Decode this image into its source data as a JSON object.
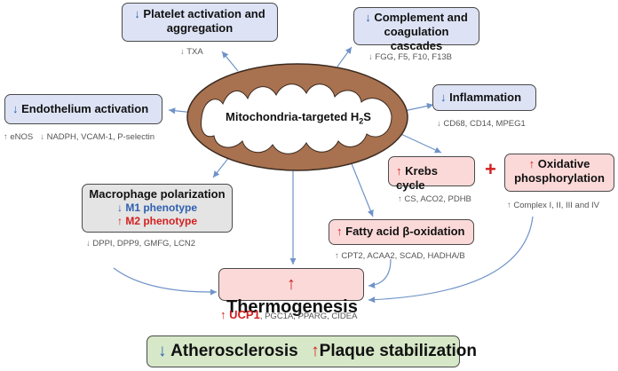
{
  "center": {
    "label": "Mitochondria-targeted H",
    "sub": "2",
    "tail": "S"
  },
  "arrows": {
    "down": "↓",
    "up": "↑"
  },
  "platelet": {
    "title": "Platelet activation and aggregation",
    "markers": "TXA"
  },
  "complement": {
    "title": "Complement and coagulation cascades",
    "markers": "FGG, F5, F10, F13B"
  },
  "endothelium": {
    "title": "Endothelium activation",
    "up_markers": "eNOS",
    "down_markers": "NADPH, VCAM-1, P-selectin"
  },
  "inflammation": {
    "title": "Inflammation",
    "markers": "CD68, CD14, MPEG1"
  },
  "krebs": {
    "title": "Krebs cycle",
    "markers": "CS, ACO2, PDHB"
  },
  "plus": "+",
  "oxphos": {
    "title": "Oxidative phosphorylation",
    "markers": "Complex I, II, III and IV"
  },
  "macrophage": {
    "title": "Macrophage polarization",
    "m1": "M1 phenotype",
    "m2": "M2 phenotype",
    "markers": "DPPI,  DPP9, GMFG, LCN2"
  },
  "fatty": {
    "title": "Fatty acid β-oxidation",
    "markers": "CPT2, ACAA2, SCAD, HADHA/B"
  },
  "thermo": {
    "title": "Thermogenesis",
    "ucp1": "UCP1",
    "markers": ", PGC1A, PPARG, CIDEA"
  },
  "outcome": {
    "left": "Atherosclerosis",
    "right": "Plaque stabilization"
  },
  "colors": {
    "down_arrow": "#2f5fb0",
    "up_arrow": "#d42020",
    "connector": "#6f93c8",
    "ellipse_fill": "#a8714f"
  }
}
